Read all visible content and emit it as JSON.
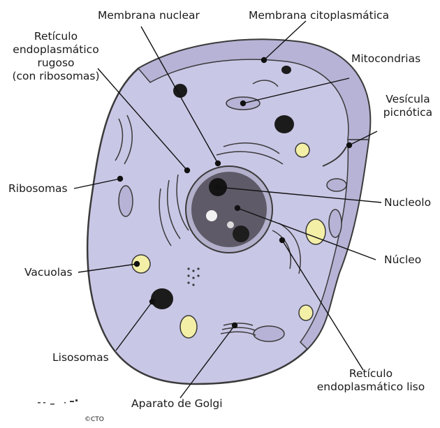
{
  "labels": {
    "membrana_nuclear": "Membrana nuclear",
    "membrana_citoplasmatica": "Membrana citoplasmática",
    "reticulo_rugoso": [
      "Retículo",
      "endoplasmático",
      "rugoso",
      "(con ribosomas)"
    ],
    "mitocondrias": "Mitocondrias",
    "vesicula_pinocitica": [
      "Vesícula",
      "picnótica"
    ],
    "ribosomas": "Ribosomas",
    "nucleolo": "Nucleolo",
    "nucleo": "Núcleo",
    "vacuolas": "Vacuolas",
    "lisosomas": "Lisosomas",
    "reticulo_liso": [
      "Retículo",
      "endoplasmático liso"
    ],
    "aparato_golgi": "Aparato de Golgi",
    "copyright": "©CTO"
  },
  "colors": {
    "cytoplasm": "#c9c7e6",
    "cell_outline": "#3a3a3a",
    "nucleus": "#5e5a68",
    "vacuole": "#f3efa6",
    "lysosome": "#1b1b1b",
    "leader_line": "#111111"
  }
}
